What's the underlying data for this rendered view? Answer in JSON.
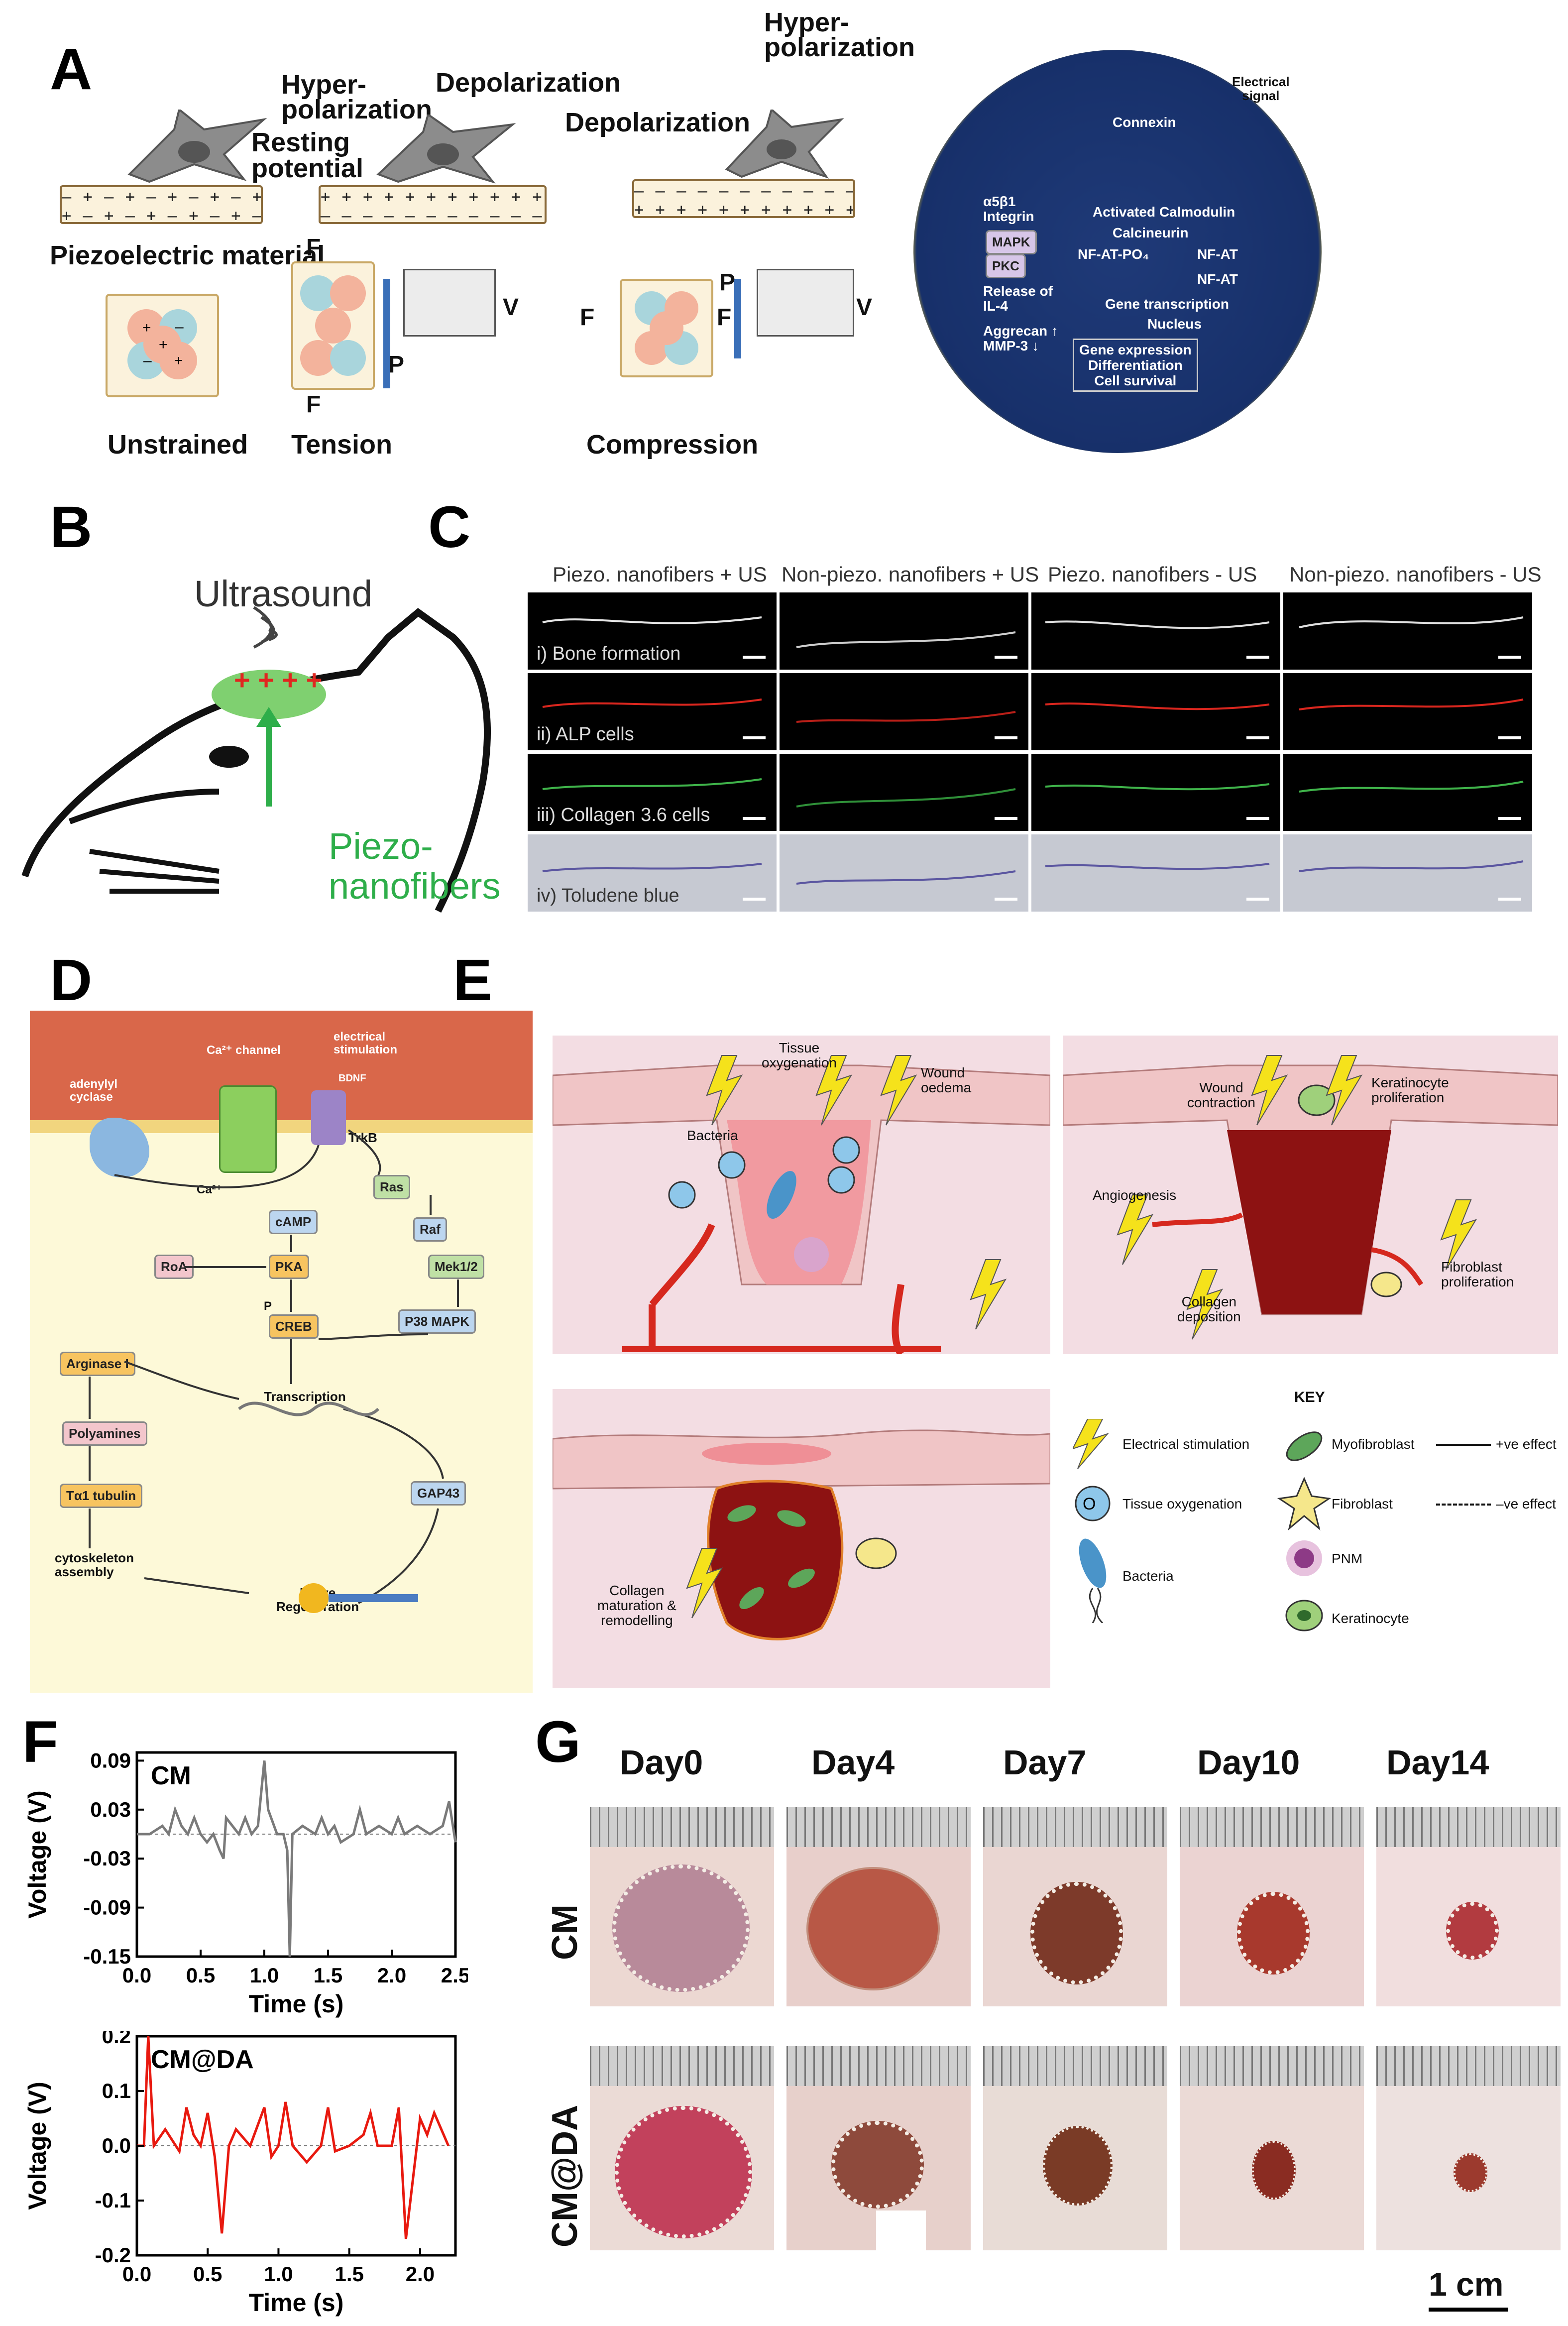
{
  "panels": {
    "a": "A",
    "b": "B",
    "c": "C",
    "d": "D",
    "e": "E",
    "f": "F",
    "g": "G"
  },
  "panel_a": {
    "resting_potential": "Resting\npotential",
    "piezo_material": "Piezoelectric material",
    "hyper1": "Hyper-\npolarization",
    "depol1": "Depolarization",
    "depol2": "Depolarization",
    "hyper2": "Hyper-\npolarization",
    "unstrained": "Unstrained",
    "tension": "Tension",
    "compression": "Compression",
    "F": "F",
    "P": "P",
    "V": "V",
    "strip_resting_top": "– + – + – + – + – + – + – + –",
    "strip_resting_bottom": "+ – + – + – + – + – + – + – +",
    "strip_tension_top": "+ + + + + + + + + + + + + + +",
    "strip_tension_bottom": "– – – – – – – – – – – – – – –",
    "strip_comp_top": "– – – – – – – – – – – – – – –",
    "strip_comp_bottom": "+ + + + + + + + + + + + + + +",
    "cell_diagram": {
      "electrical_signal": "Electrical\nsignal",
      "connexin": "Connexin",
      "integrin": "α5β1\nIntegrin",
      "mapk": "MAPK",
      "pkc": "PKC",
      "release": "Release of\nIL-4",
      "aggrecan": "Aggrecan ↑\nMMP-3 ↓",
      "calmodulin": "Activated Calmodulin",
      "calcineurin": "Calcineurin",
      "nfat_po4": "NF-AT-PO₄",
      "nfat1": "NF-AT",
      "nfat2": "NF-AT",
      "gene_tx": "Gene transcription",
      "nucleus": "Nucleus",
      "gene_expr": "Gene expression\nDifferentiation\nCell survival"
    }
  },
  "panel_b": {
    "ultrasound": "Ultrasound",
    "piezo": "Piezo-\nnanofibers"
  },
  "panel_c": {
    "columns": [
      "Piezo. nanofibers + US",
      "Non-piezo. nanofibers + US",
      "Piezo. nanofibers - US",
      "Non-piezo. nanofibers - US"
    ],
    "rows": [
      "i) Bone formation",
      "ii) ALP cells",
      "iii) Collagen 3.6 cells",
      "iv) Toludene blue"
    ]
  },
  "panel_d": {
    "adenylyl_cyclase": "adenylyl\ncyclase",
    "ca_channel": "Ca²⁺ channel",
    "electrical_stimulation": "electrical\nstimulation",
    "bdnf": "BDNF",
    "trkb": "TrkB",
    "ca2": "Ca²⁺",
    "camp": "cAMP",
    "ras": "Ras",
    "raf": "Raf",
    "mek": "Mek1/2",
    "roa": "RoA",
    "pka": "PKA",
    "p38": "P38 MAPK",
    "p": "P",
    "creb": "CREB",
    "arginase": "Arginase I",
    "transcription": "Transcription",
    "polyamines": "Polyamines",
    "gap43": "GAP43",
    "tubulin": "Tα1 tubulin",
    "cytoskeleton": "cytoskeleton\nassembly",
    "nerve": "Nerve\nRegeneration"
  },
  "panel_e": {
    "bacteria": "Bacteria",
    "tissue_oxygenation": "Tissue\noxygenation",
    "wound_oedema": "Wound\noedema",
    "o2": "O₂",
    "wound_contraction": "Wound\ncontraction",
    "keratinocyte_prolif": "Keratinocyte\nproliferation",
    "angiogenesis": "Angiogenesis",
    "fibroblast_prolif": "Fibroblast\nproliferation",
    "collagen_deposition": "Collagen\ndeposition",
    "collagen_maturation": "Collagen\nmaturation &\nremodelling",
    "key_title": "KEY",
    "key": {
      "electrical_stimulation": "Electrical stimulation",
      "tissue_oxygenation": "Tissue oxygenation",
      "bacteria": "Bacteria",
      "myofibroblast": "Myofibroblast",
      "pos_effect": "+ve effect",
      "fibroblast": "Fibroblast",
      "neg_effect": "–ve effect",
      "pnm": "PNM",
      "keratinocyte": "Keratinocyte"
    }
  },
  "panel_g": {
    "days": [
      "Day0",
      "Day4",
      "Day7",
      "Day10",
      "Day14"
    ],
    "rows": [
      "CM",
      "CM@DA"
    ],
    "scale": "1 cm"
  },
  "chart_data": [
    {
      "type": "line",
      "label": "CM",
      "xlabel": "Time (s)",
      "ylabel": "Voltage (V)",
      "xlim": [
        0.0,
        2.5
      ],
      "ylim": [
        -0.15,
        0.1
      ],
      "xticks": [
        "0.0",
        "0.5",
        "1.0",
        "1.5",
        "2.0",
        "2.5"
      ],
      "yticks": [
        "0.09",
        "0.03",
        "-0.03",
        "-0.09",
        "-0.15"
      ],
      "color": "#7a7a7a",
      "x": [
        0.0,
        0.1,
        0.2,
        0.25,
        0.3,
        0.35,
        0.4,
        0.45,
        0.5,
        0.55,
        0.6,
        0.65,
        0.68,
        0.7,
        0.75,
        0.8,
        0.85,
        0.9,
        0.95,
        1.0,
        1.03,
        1.1,
        1.15,
        1.18,
        1.2,
        1.22,
        1.3,
        1.4,
        1.45,
        1.5,
        1.55,
        1.6,
        1.7,
        1.75,
        1.8,
        1.9,
        2.0,
        2.05,
        2.1,
        2.2,
        2.3,
        2.4,
        2.45,
        2.5
      ],
      "y": [
        0.0,
        0.0,
        0.01,
        0.0,
        0.03,
        0.01,
        0.0,
        0.02,
        0.0,
        -0.01,
        0.0,
        -0.02,
        -0.03,
        0.02,
        0.01,
        0.0,
        0.02,
        0.0,
        0.01,
        0.09,
        0.03,
        0.0,
        0.0,
        -0.02,
        -0.15,
        0.0,
        0.01,
        0.0,
        0.02,
        0.0,
        0.01,
        -0.01,
        0.0,
        0.03,
        0.0,
        0.01,
        0.0,
        0.02,
        0.0,
        0.01,
        0.0,
        0.01,
        0.04,
        -0.01
      ]
    },
    {
      "type": "line",
      "label": "CM@DA",
      "xlabel": "Time (s)",
      "ylabel": "Voltage (V)",
      "xlim": [
        0.0,
        2.25
      ],
      "ylim": [
        -0.2,
        0.2
      ],
      "xticks": [
        "0.0",
        "0.5",
        "1.0",
        "1.5",
        "2.0"
      ],
      "yticks": [
        "0.2",
        "0.1",
        "0.0",
        "-0.1",
        "-0.2"
      ],
      "color": "#e8190f",
      "x": [
        0.0,
        0.05,
        0.08,
        0.12,
        0.2,
        0.3,
        0.35,
        0.4,
        0.45,
        0.5,
        0.55,
        0.6,
        0.65,
        0.7,
        0.8,
        0.9,
        0.95,
        1.0,
        1.05,
        1.1,
        1.2,
        1.3,
        1.35,
        1.4,
        1.5,
        1.6,
        1.65,
        1.7,
        1.8,
        1.85,
        1.9,
        2.0,
        2.05,
        2.1,
        2.2
      ],
      "y": [
        0.0,
        0.0,
        0.2,
        0.0,
        0.03,
        -0.01,
        0.07,
        0.02,
        0.0,
        0.06,
        -0.02,
        -0.16,
        0.0,
        0.03,
        0.0,
        0.07,
        -0.02,
        0.0,
        0.08,
        0.0,
        -0.03,
        0.0,
        0.07,
        -0.01,
        0.0,
        0.02,
        0.06,
        0.0,
        0.0,
        0.07,
        -0.17,
        0.05,
        0.02,
        0.06,
        0.0
      ]
    }
  ]
}
